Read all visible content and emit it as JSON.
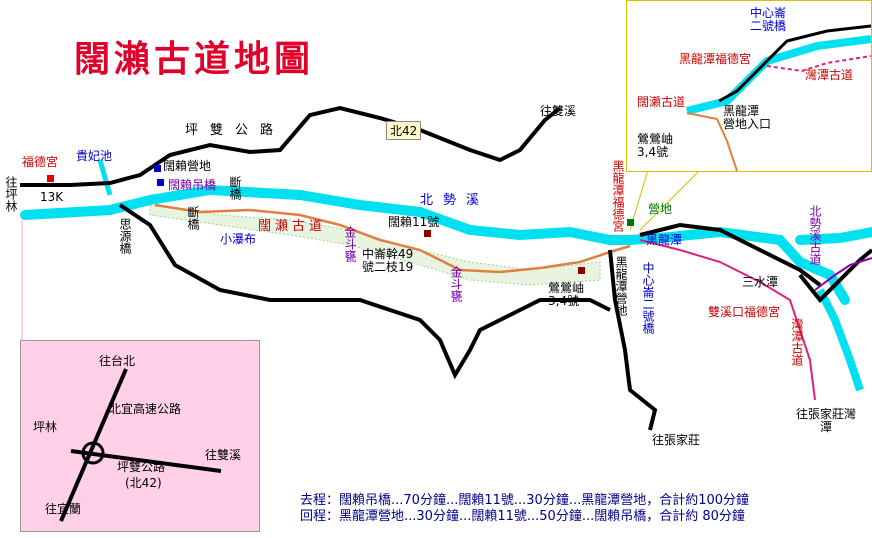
{
  "title": "闊瀨古道地圖",
  "roads": {
    "pingshuang": "坪雙公路",
    "bei42_tag": "北42",
    "to_shuangxi": "往雙溪",
    "to_pinglin": "往坪林",
    "to_zhangjiazhuang": "往張家莊",
    "to_zhangjiazhuang_wantan": "往張家莊灣潭"
  },
  "landmarks": {
    "fudegong": "福德宮",
    "km": "13K",
    "guifeichi": "貴妃池",
    "kuolai_camp": "闊賴營地",
    "kuolai_bridge": "闊賴吊橋",
    "duanqiao1": "斷橋",
    "duanqiao2": "斷橋",
    "siyuan_bridge": "思源橋",
    "xiaopubu": "小瀑布",
    "kuolai_gudao": "闊瀨古道",
    "kuolai_11": "闊賴11號",
    "jindouweng1": "金斗甕",
    "jindouweng2": "金斗甕",
    "zhonglun": "中崙幹49 號二枝19",
    "beishixi": "北勢溪",
    "yingyangshan": "鶯鶯岫 3,4號",
    "heilongtan_fudegong": "黑龍潭福德宮",
    "yingdi": "營地",
    "heilongtan": "黑龍潭",
    "heilongtan_yingdi": "黑龍潭營地",
    "zhonglun2_bridge": "中心崙二號橋",
    "sanshuitan": "三水潭",
    "shuangxikou": "雙溪口福德宮",
    "wantan_gudao": "灣潭古道",
    "beishixi_gudao": "北勢溪古道"
  },
  "detail": {
    "zhongxinlun": "中心崙 二號橋",
    "heilongtan_fudegong": "黑龍潭福德宮",
    "wantan_gudao": "灣潭古道",
    "kuolai_gudao": "闊瀨古道",
    "heilongtan_camp": "黑龍潭 營地入口",
    "yingyangshan": "鶯鶯岫 3,4號"
  },
  "inset": {
    "to_taipei": "往台北",
    "highway": "北宜高速公路",
    "pinglin": "坪林",
    "to_shuangxi": "往雙溪",
    "pingshuang": "坪雙公路",
    "bei42": "(北42)",
    "to_yilan": "往宜蘭"
  },
  "notes": {
    "outbound": "去程：闊賴吊橋...70分鐘...闊賴11號...30分鐘...黑龍潭營地，合計約100分鐘",
    "return": "回程：黑龍潭營地...30分鐘...闊賴11號...50分鐘...闊賴吊橋，合計約 80分鐘"
  },
  "colors": {
    "river": "#00e0f0",
    "trail": "#e08040",
    "road": "#000000",
    "title": "#e0002a",
    "inset_bg": "#ffd0e8",
    "wantan_route": "#e0207a",
    "beishi_route": "#8800aa"
  }
}
